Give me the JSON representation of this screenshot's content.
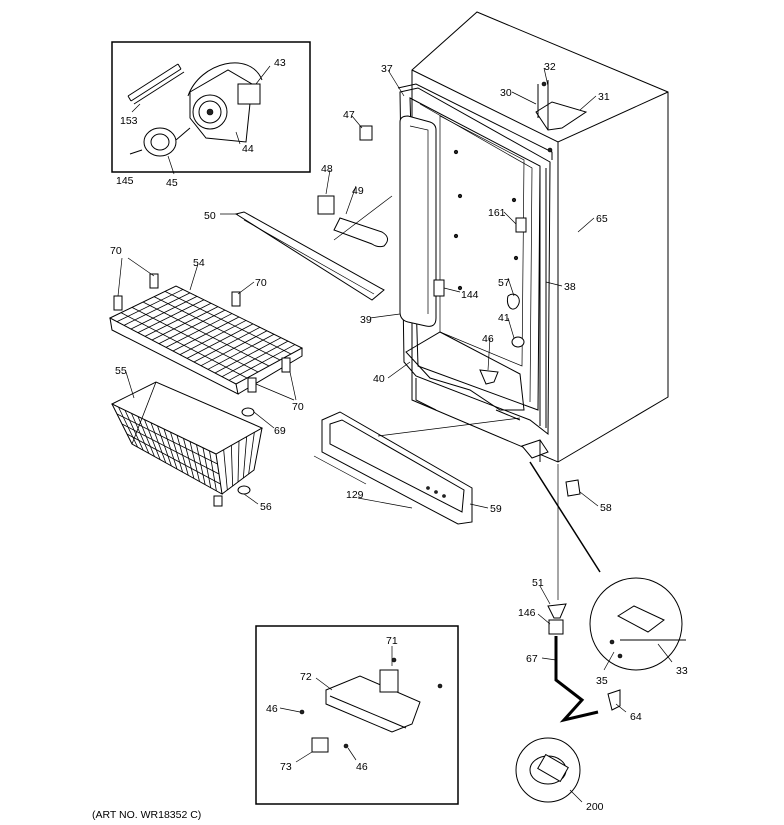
{
  "art_number": "(ART NO. WR18352 C)",
  "callouts": [
    {
      "id": "c43a",
      "text": "43"
    },
    {
      "id": "c153",
      "text": "153"
    },
    {
      "id": "c44",
      "text": "44"
    },
    {
      "id": "c145",
      "text": "145"
    },
    {
      "id": "c45",
      "text": "45"
    },
    {
      "id": "c37",
      "text": "37"
    },
    {
      "id": "c32",
      "text": "32"
    },
    {
      "id": "c30",
      "text": "30"
    },
    {
      "id": "c31",
      "text": "31"
    },
    {
      "id": "c47",
      "text": "47"
    },
    {
      "id": "c48",
      "text": "48"
    },
    {
      "id": "c49",
      "text": "49"
    },
    {
      "id": "c50",
      "text": "50"
    },
    {
      "id": "c161",
      "text": "161"
    },
    {
      "id": "c65",
      "text": "65"
    },
    {
      "id": "c70a",
      "text": "70"
    },
    {
      "id": "c54",
      "text": "54"
    },
    {
      "id": "c70b",
      "text": "70"
    },
    {
      "id": "c57",
      "text": "57"
    },
    {
      "id": "c38",
      "text": "38"
    },
    {
      "id": "c144",
      "text": "144"
    },
    {
      "id": "c39",
      "text": "39"
    },
    {
      "id": "c41",
      "text": "41"
    },
    {
      "id": "c46a",
      "text": "46"
    },
    {
      "id": "c40",
      "text": "40"
    },
    {
      "id": "c55",
      "text": "55"
    },
    {
      "id": "c70c",
      "text": "70"
    },
    {
      "id": "c69",
      "text": "69"
    },
    {
      "id": "c129",
      "text": "129"
    },
    {
      "id": "c59",
      "text": "59"
    },
    {
      "id": "c58",
      "text": "58"
    },
    {
      "id": "c56",
      "text": "56"
    },
    {
      "id": "c51",
      "text": "51"
    },
    {
      "id": "c146",
      "text": "146"
    },
    {
      "id": "c71",
      "text": "71"
    },
    {
      "id": "c72",
      "text": "72"
    },
    {
      "id": "c46b",
      "text": "46"
    },
    {
      "id": "c67",
      "text": "67"
    },
    {
      "id": "c35",
      "text": "35"
    },
    {
      "id": "c33",
      "text": "33"
    },
    {
      "id": "c64",
      "text": "64"
    },
    {
      "id": "c73",
      "text": "73"
    },
    {
      "id": "c46c",
      "text": "46"
    },
    {
      "id": "c200",
      "text": "200"
    }
  ]
}
